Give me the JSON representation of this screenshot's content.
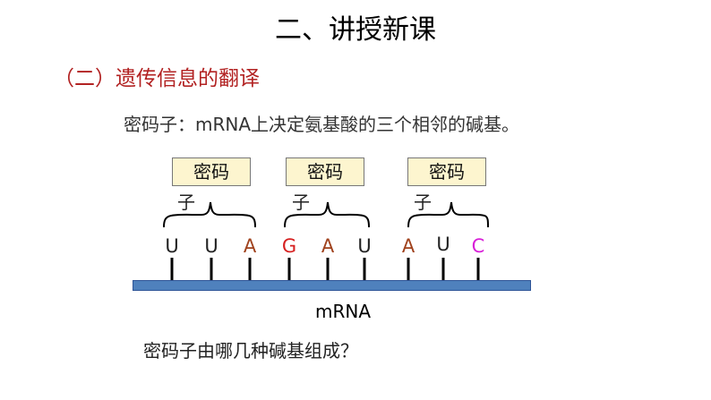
{
  "slide": {
    "title": "二、讲授新课",
    "subtitle": "（二）遗传信息的翻译",
    "definition": "密码子：mRNA上决定氨基酸的三个相邻的碱基。",
    "codon_label": "密码",
    "codon_label_wrap": "子",
    "strand_label": "mRNA",
    "question": "密码子由哪几种碱基组成？"
  },
  "bases": [
    {
      "letter": "U",
      "color": "#222222"
    },
    {
      "letter": "U",
      "color": "#222222"
    },
    {
      "letter": "A",
      "color": "#a0421d"
    },
    {
      "letter": "G",
      "color": "#d62020"
    },
    {
      "letter": "A",
      "color": "#a0421d"
    },
    {
      "letter": "U",
      "color": "#222222"
    },
    {
      "letter": "A",
      "color": "#a0421d"
    },
    {
      "letter": "U",
      "color": "#222222"
    },
    {
      "letter": "C",
      "color": "#d81fd8"
    }
  ],
  "colors": {
    "strand_fill": "#4f81bd",
    "codon_box_fill": "#fdf5cf",
    "subtitle": "#b22222"
  }
}
